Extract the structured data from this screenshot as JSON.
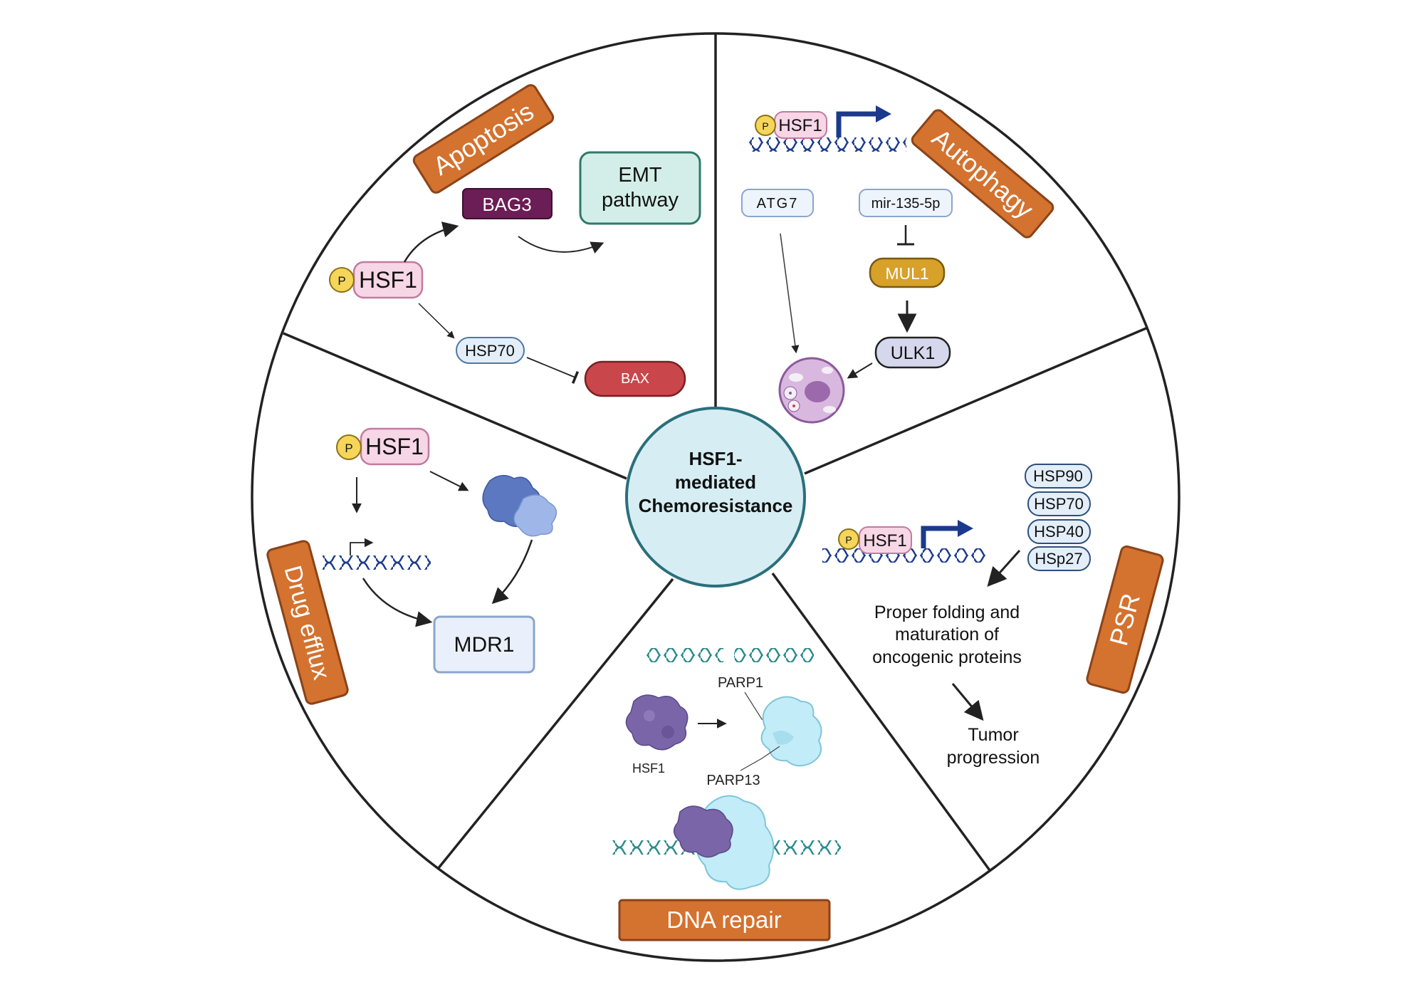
{
  "center": {
    "line1": "HSF1-",
    "line2": "mediated",
    "line3": "Chemoresistance"
  },
  "apoptosis": {
    "title": "Apoptosis",
    "p_label": "P",
    "hsf1": "HSF1",
    "bag3": "BAG3",
    "emt_line1": "EMT",
    "emt_line2": "pathway",
    "hsp70": "HSP70",
    "bax": "BAX"
  },
  "autophagy": {
    "title": "Autophagy",
    "p_label": "P",
    "hsf1": "HSF1",
    "atg7": "ATG7",
    "mir": "mir-135-5p",
    "mul1": "MUL1",
    "ulk1": "ULK1"
  },
  "psr": {
    "title": "PSR",
    "p_label": "P",
    "hsf1": "HSF1",
    "hsps": [
      "HSP90",
      "HSP70",
      "HSP40",
      "HSp27"
    ],
    "folding_line1": "Proper folding and",
    "folding_line2": "maturation of",
    "folding_line3": "oncogenic proteins",
    "tumor_line1": "Tumor",
    "tumor_line2": "progression"
  },
  "dna_repair": {
    "title": "DNA repair",
    "parp1": "PARP1",
    "hsf1": "HSF1",
    "parp13": "PARP13"
  },
  "drug_efflux": {
    "title": "Drug efflux",
    "p_label": "P",
    "hsf1": "HSF1",
    "mdr1": "MDR1"
  },
  "colors": {
    "label_orange": "#d4722f",
    "center_fill": "#d6eef3",
    "center_stroke": "#2a6f7c",
    "hsf1_pink": "#f7d6e6",
    "p_yellow": "#f5d65a",
    "bag3_purple": "#6b1d55",
    "bax_red": "#c9464a",
    "mul1_gold": "#d7a12a",
    "dna_blue": "#1b3a8c"
  }
}
